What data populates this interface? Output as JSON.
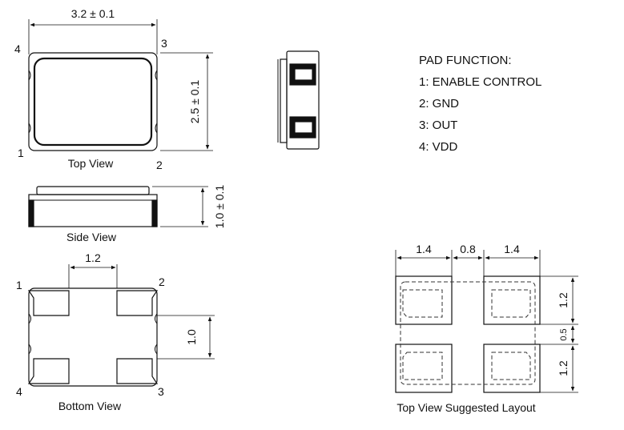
{
  "top_view": {
    "caption": "Top View",
    "width_dim": "3.2 ± 0.1",
    "height_dim": "2.5 ± 0.1",
    "pin_labels": [
      "1",
      "2",
      "3",
      "4"
    ]
  },
  "side_view": {
    "caption": "Side View",
    "height_dim": "1.0 ± 0.1"
  },
  "bottom_view": {
    "caption": "Bottom View",
    "pad_width_dim": "1.2",
    "pad_gap_dim": "1.0",
    "pin_labels": [
      "1",
      "2",
      "3",
      "4"
    ]
  },
  "pad_function": {
    "title": "PAD FUNCTION:",
    "items": [
      "1: ENABLE CONTROL",
      "2: GND",
      "3: OUT",
      "4: VDD"
    ]
  },
  "layout": {
    "caption": "Top View Suggested Layout",
    "col_dims": [
      "1.4",
      "0.8",
      "1.4"
    ],
    "row_dims": [
      "1.2",
      "0.5",
      "1.2"
    ]
  },
  "colors": {
    "line": "#111111",
    "dash": "#333333",
    "background": "#ffffff"
  }
}
